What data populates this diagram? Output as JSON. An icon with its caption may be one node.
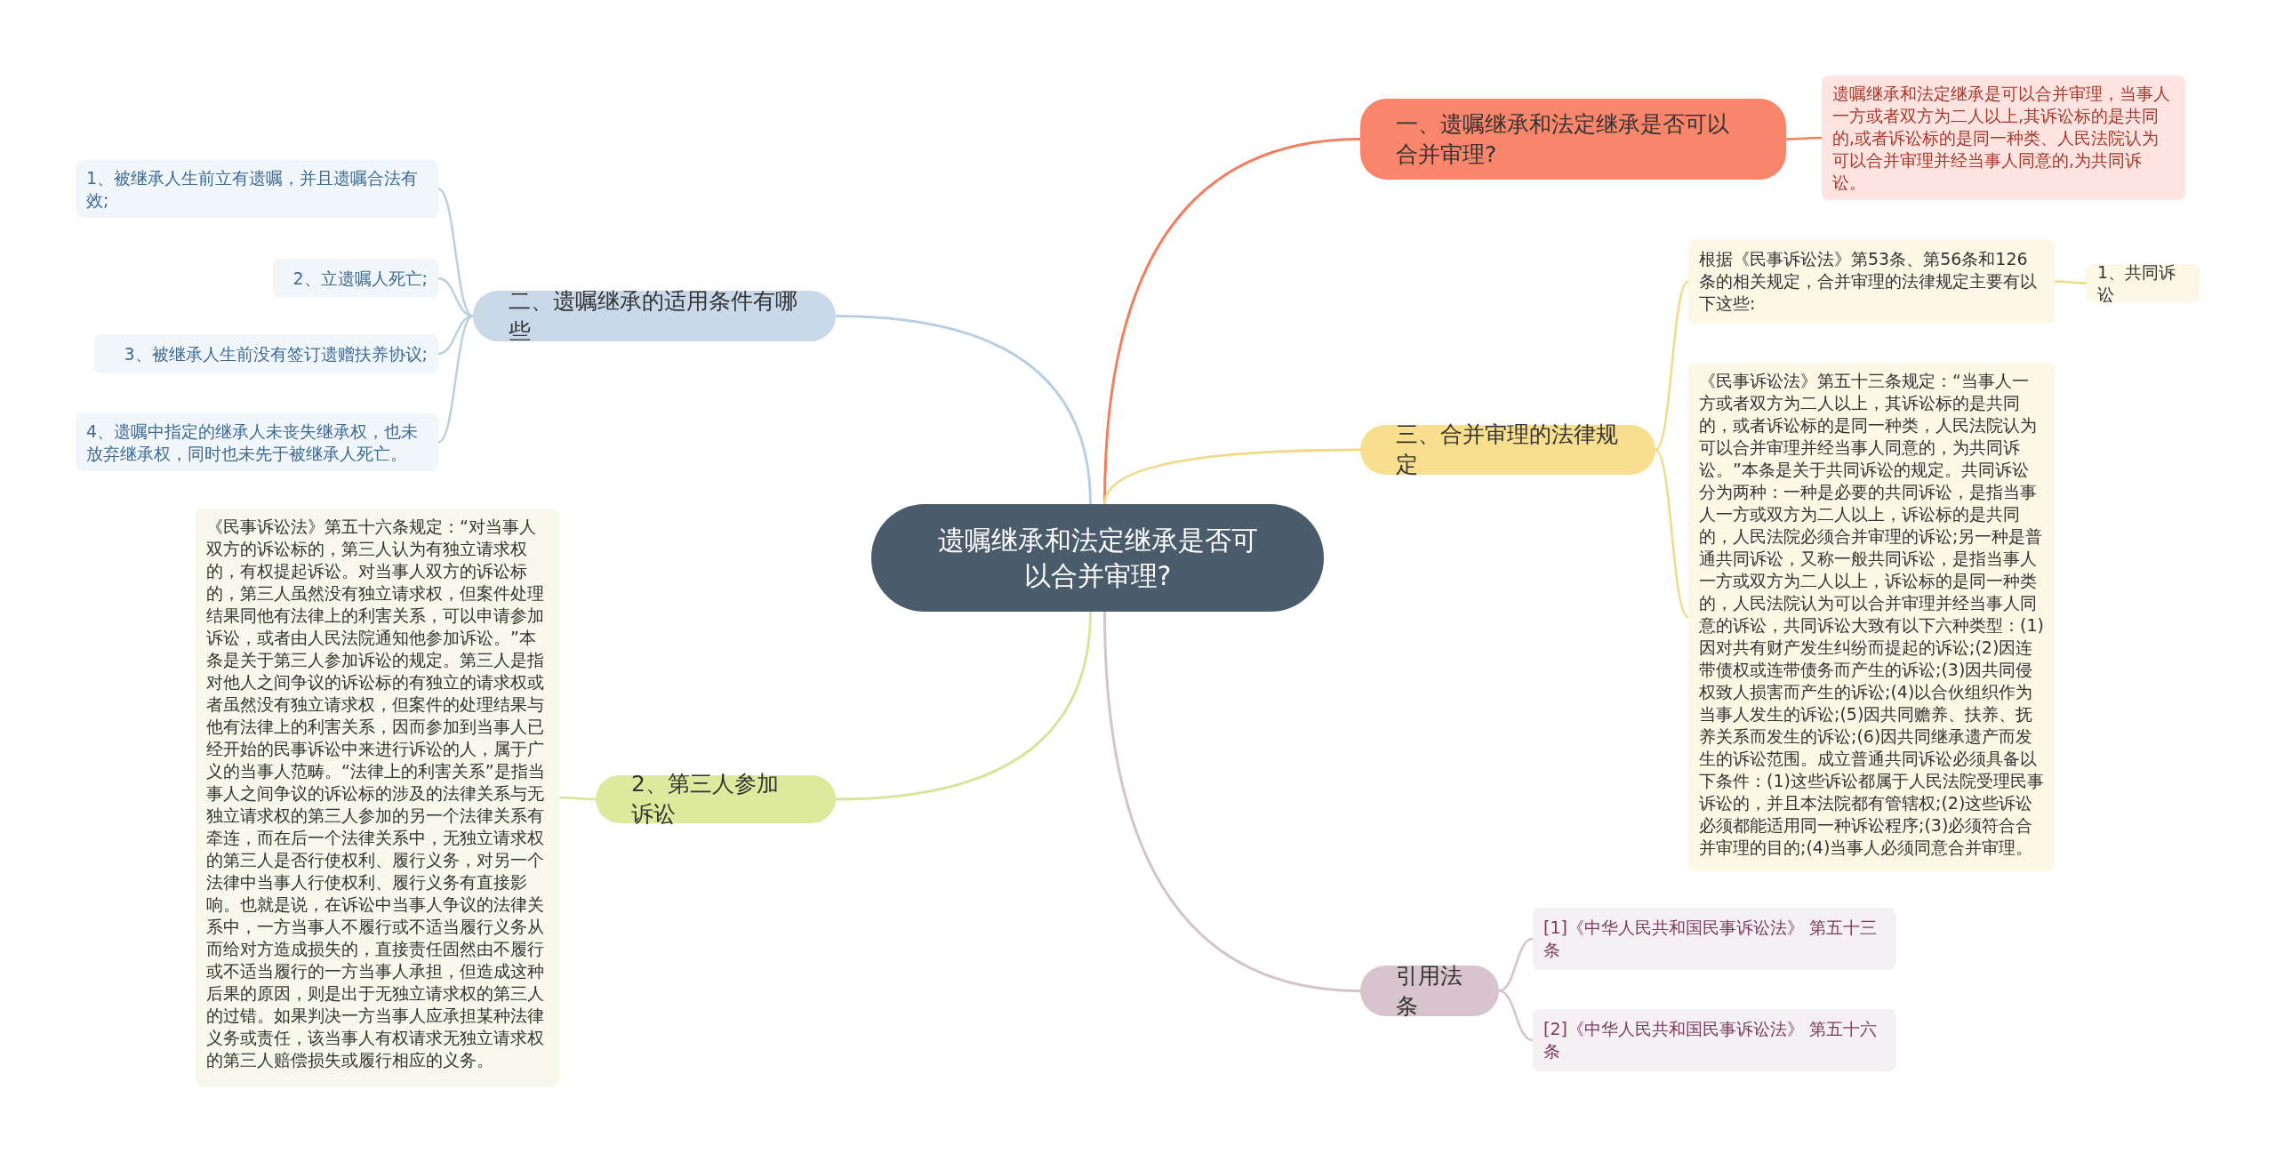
{
  "diagram": {
    "nodes": [
      {
        "text": [
          "遗嘱继承和法定继承是否可以合并审理?"
        ]
      },
      {
        "text": [
          "一、遗嘱继承和法定继承是否可以合并审理?"
        ]
      },
      {
        "text": [
          "遗嘱继承和法定继承是可以合并审理，当事人一方或者双方为二人以上,其诉讼标的是共同的,或者诉讼标的是同一种类、人民法院认为可以合并审理并经当事人同意的,为共同诉讼。"
        ]
      },
      {
        "text": [
          "二、遗嘱继承的适用条件有哪些"
        ]
      },
      {
        "text": [
          "1、被继承人生前立有遗嘱，并且遗嘱合法有效;"
        ]
      },
      {
        "text": [
          "2、立遗嘱人死亡;"
        ]
      },
      {
        "text": [
          "3、被继承人生前没有签订遗赠扶养协议;"
        ]
      },
      {
        "text": [
          "4、遗嘱中指定的继承人未丧失继承权，也未放弃继承权，同时也未先于被继承人死亡。"
        ]
      },
      {
        "text": [
          "三、合并审理的法律规定"
        ]
      },
      {
        "text": [
          "根据《民事诉讼法》第53条、第56条和126条的相关规定，合并审理的法律规定主要有以下这些:"
        ]
      },
      {
        "text": [
          "1、共同诉讼"
        ]
      },
      {
        "text": [
          "《民事诉讼法》第五十三条规定：“当事人一方或者双方为二人以上，其诉讼标的是共同的，或者诉讼标的是同一种类，人民法院认为可以合并审理并经当事人同意的，为共同诉讼。”本条是关于共同诉讼的规定。共同诉讼分为两种：一种是必要的共同诉讼，是指当事人一方或双方为二人以上，诉讼标的是共同的，人民法院必须合并审理的诉讼;另一种是普通共同诉讼，又称一般共同诉讼，是指当事人一方或双方为二人以上，诉讼标的是同一种类的，人民法院认为可以合并审理并经当事人同意的诉讼，共同诉讼大致有以下六种类型：(1)因对共有财产发生纠纷而提起的诉讼;(2)因连带债权或连带债务而产生的诉讼;(3)因共同侵权致人损害而产生的诉讼;(4)以合伙组织作为当事人发生的诉讼;(5)因共同赡养、扶养、抚养关系而发生的诉讼;(6)因共同继承遗产而发生的诉讼范围。成立普通共同诉讼必须具备以下条件：(1)这些诉讼都属于人民法院受理民事诉讼的，并且本法院都有管辖权;(2)这些诉讼必须都能适用同一种诉讼程序;(3)必须符合合并审理的目的;(4)当事人必须同意合并审理。"
        ]
      },
      {
        "text": [
          "2、第三人参加诉讼"
        ]
      },
      {
        "text": [
          "《民事诉讼法》第五十六条规定：“对当事人双方的诉讼标的，第三人认为有独立请求权的，有权提起诉讼。对当事人双方的诉讼标的，第三人虽然没有独立请求权，但案件处理结果同他有法律上的利害关系，可以申请参加诉讼，或者由人民法院通知他参加诉讼。”本条是关于第三人参加诉讼的规定。第三人是指对他人之间争议的诉讼标的有独立的请求权或者虽然没有独立请求权，但案件的处理结果与他有法律上的利害关系，因而参加到当事人已经开始的民事诉讼中来进行诉讼的人，属于广义的当事人范畴。“法律上的利害关系”是指当事人之间争议的诉讼标的涉及的法律关系与无独立请求权的第三人参加的另一个法律关系有牵连，而在后一个法律关系中，无独立请求权的第三人是否行使权利、履行义务，对另一个法律中当事人行使权利、履行义务有直接影响。也就是说，在诉讼中当事人争议的法律关系中，一方当事人不履行或不适当履行义务从而给对方造成损失的，直接责任固然由不履行或不适当履行的一方当事人承担，但造成这种后果的原因，则是出于无独立请求权的第三人的过错。如果判决一方当事人应承担某种法律义务或责任，该当事人有权请求无独立请求权的第三人赔偿损失或履行相应的义务。"
        ]
      },
      {
        "text": [
          "引用法条"
        ]
      },
      {
        "text": [
          "[1]《中华人民共和国民事诉讼法》 第五十三条"
        ]
      },
      {
        "text": [
          "[2]《中华人民共和国民事诉讼法》 第五十六条"
        ]
      }
    ],
    "edges": [
      {
        "from": 0,
        "to": 1,
        "arrow": "none",
        "color": "#f08060"
      },
      {
        "from": 1,
        "to": 2,
        "arrow": "none",
        "color": "#f08060"
      },
      {
        "from": 0,
        "to": 3,
        "arrow": "none",
        "color": "#b9cfe3"
      },
      {
        "from": 3,
        "to": 4,
        "arrow": "none",
        "color": "#b9cfe3"
      },
      {
        "from": 3,
        "to": 5,
        "arrow": "none",
        "color": "#b9cfe3"
      },
      {
        "from": 3,
        "to": 6,
        "arrow": "none",
        "color": "#b9cfe3"
      },
      {
        "from": 3,
        "to": 7,
        "arrow": "none",
        "color": "#b9cfe3"
      },
      {
        "from": 0,
        "to": 8,
        "arrow": "none",
        "color": "#f3d98a"
      },
      {
        "from": 8,
        "to": 9,
        "arrow": "none",
        "color": "#f3d98a"
      },
      {
        "from": 9,
        "to": 10,
        "arrow": "none",
        "color": "#f3d98a"
      },
      {
        "from": 8,
        "to": 11,
        "arrow": "none",
        "color": "#f3d98a"
      },
      {
        "from": 0,
        "to": 12,
        "arrow": "none",
        "color": "#d5e59a"
      },
      {
        "from": 12,
        "to": 13,
        "arrow": "none",
        "color": "#d5e59a"
      },
      {
        "from": 0,
        "to": 14,
        "arrow": "none",
        "color": "#d6c3cb"
      },
      {
        "from": 14,
        "to": 15,
        "arrow": "none",
        "color": "#d6c3cb"
      },
      {
        "from": 14,
        "to": 16,
        "arrow": "none",
        "color": "#d6c3cb"
      }
    ]
  }
}
